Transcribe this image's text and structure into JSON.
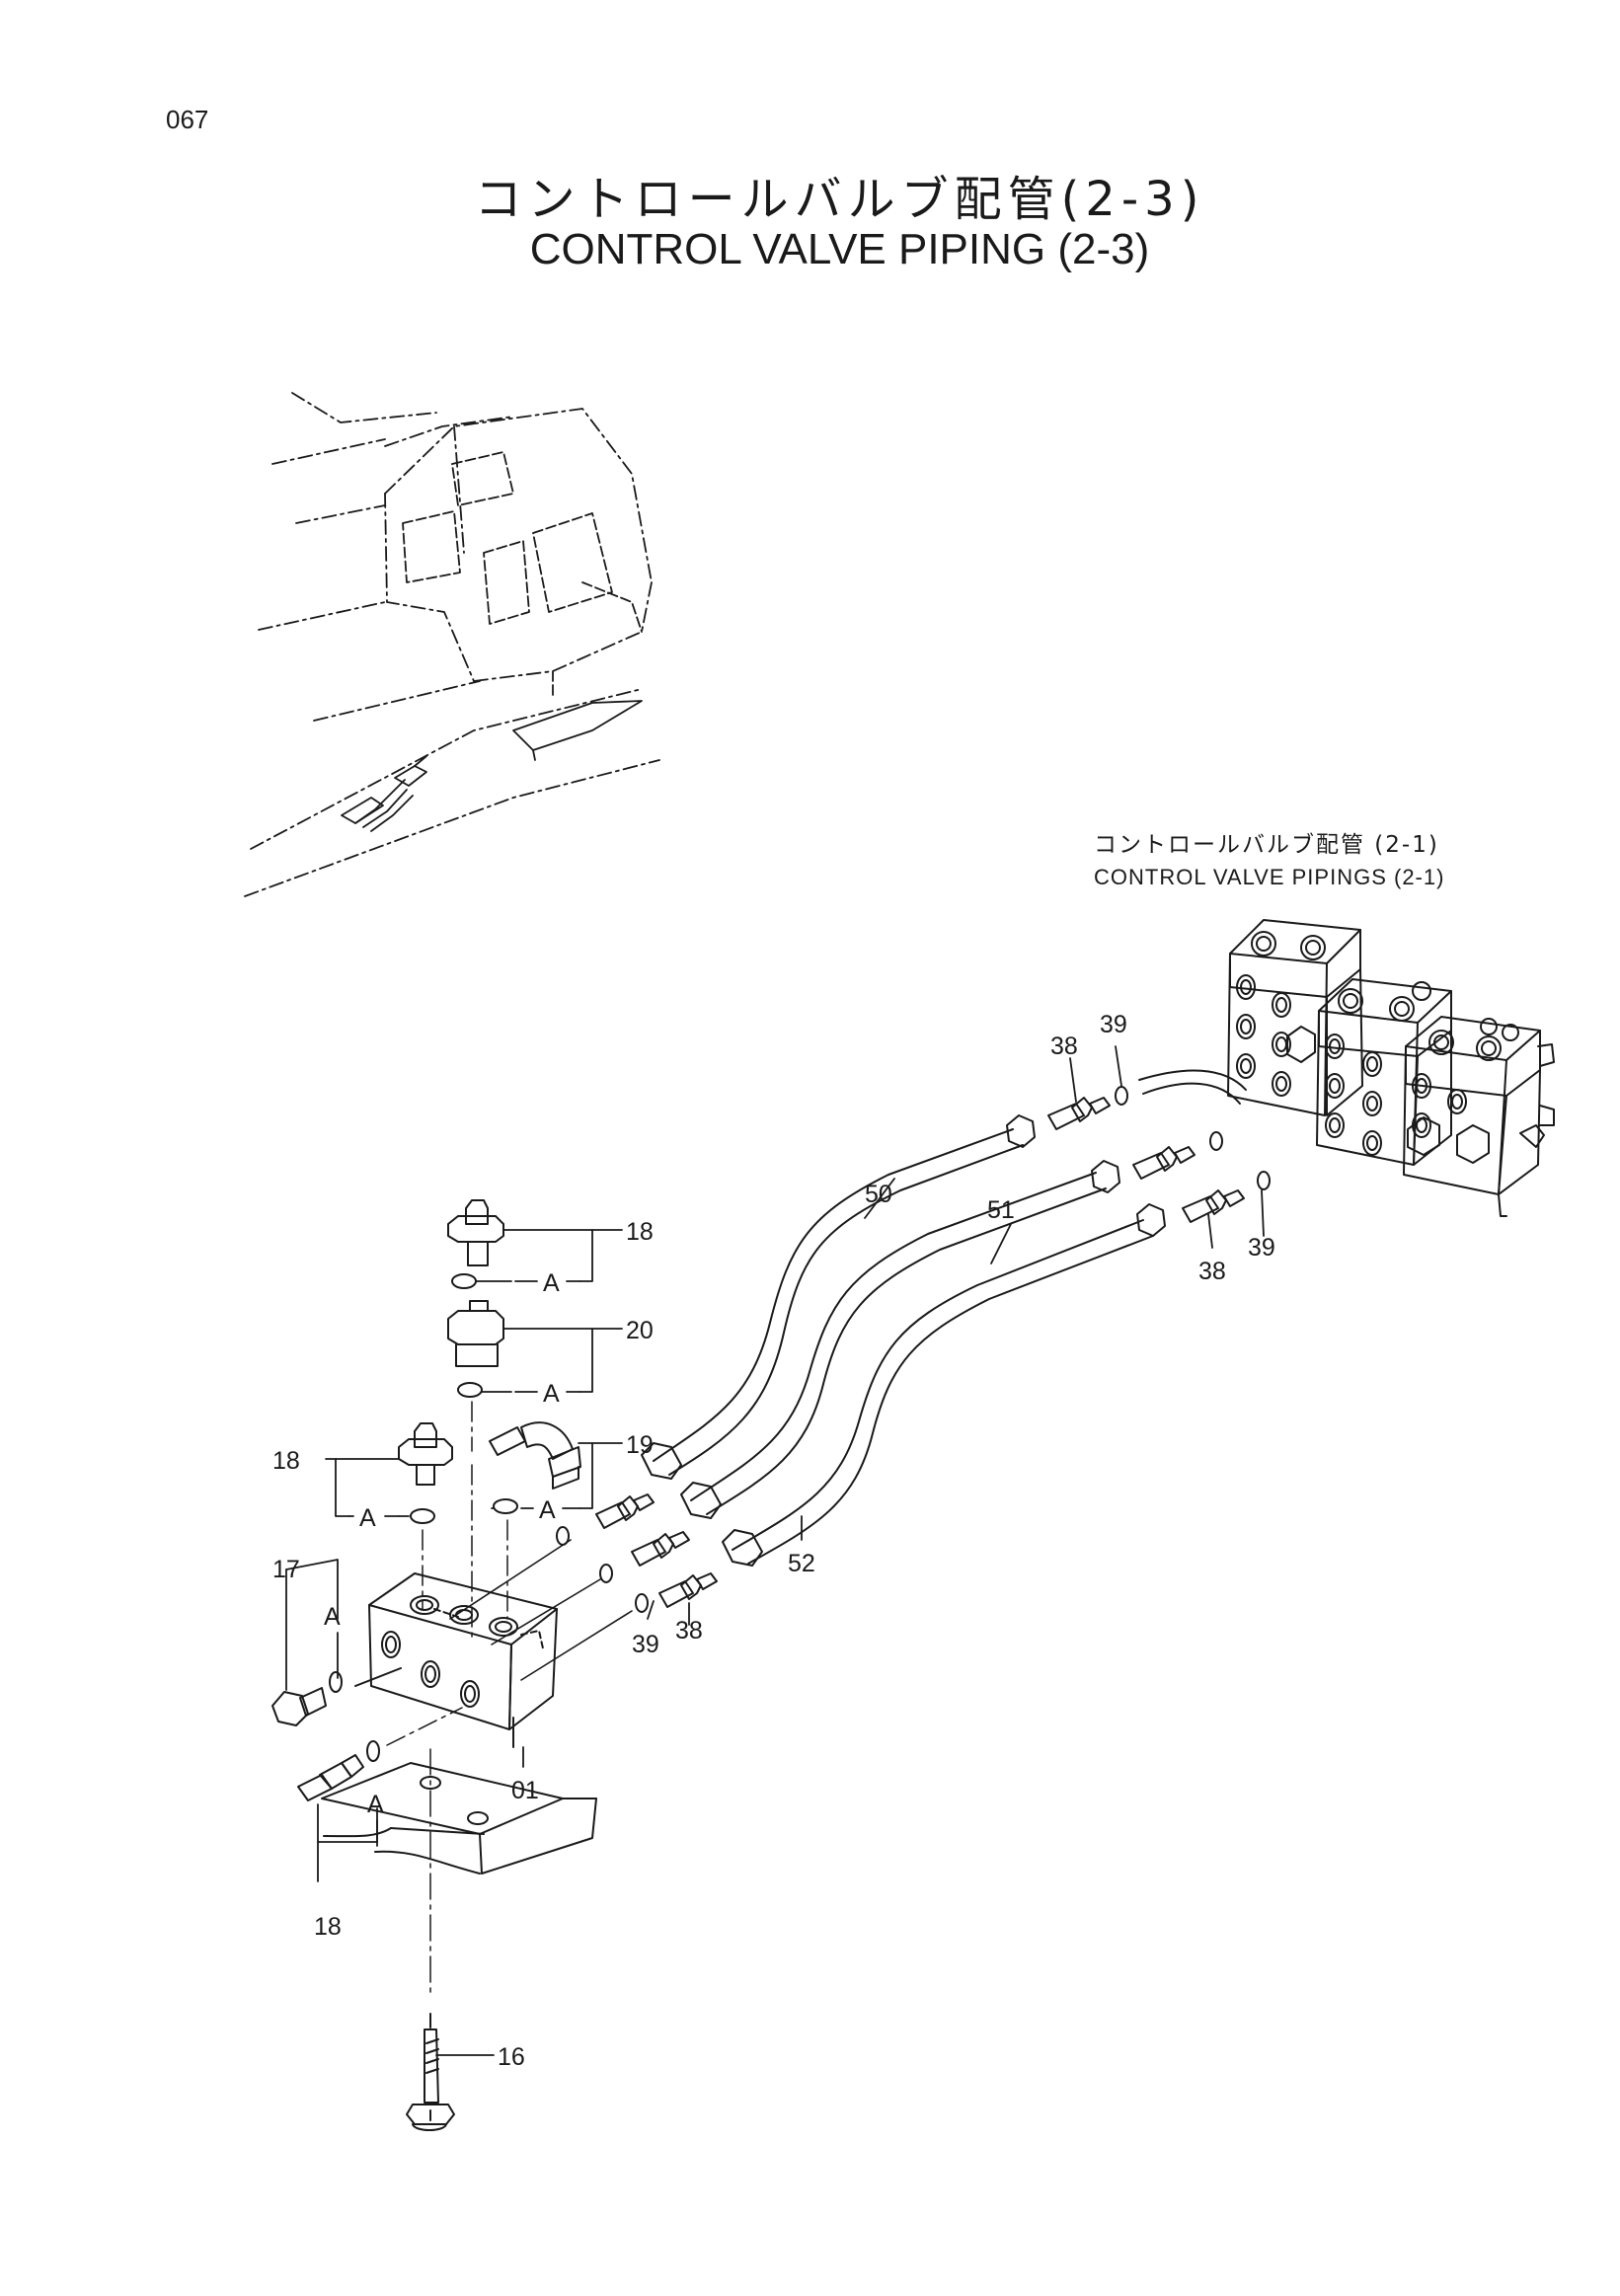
{
  "page_number": "067",
  "title": {
    "japanese": "コントロールバルブ配管(2-3)",
    "english": "CONTROL VALVE PIPING (2-3)"
  },
  "reference_note": {
    "japanese": "コントロールバルブ配管 (2-1)",
    "english": "CONTROL VALVE PIPINGS (2-1)"
  },
  "part_labels": {
    "p01": "01",
    "p16": "16",
    "p17": "17",
    "p18a": "18",
    "p18b": "18",
    "p18c": "18",
    "p19": "19",
    "p20": "20",
    "p38a": "38",
    "p38b": "38",
    "p38c": "38",
    "p39a": "39",
    "p39b": "39",
    "p39c": "39",
    "p50": "50",
    "p51": "51",
    "p52": "52"
  },
  "section_marks": {
    "a1": "A",
    "a2": "A",
    "a3": "A",
    "a4": "A",
    "a5": "A",
    "a6": "A"
  },
  "colors": {
    "ink": "#1a1a1a",
    "paper": "#ffffff"
  }
}
